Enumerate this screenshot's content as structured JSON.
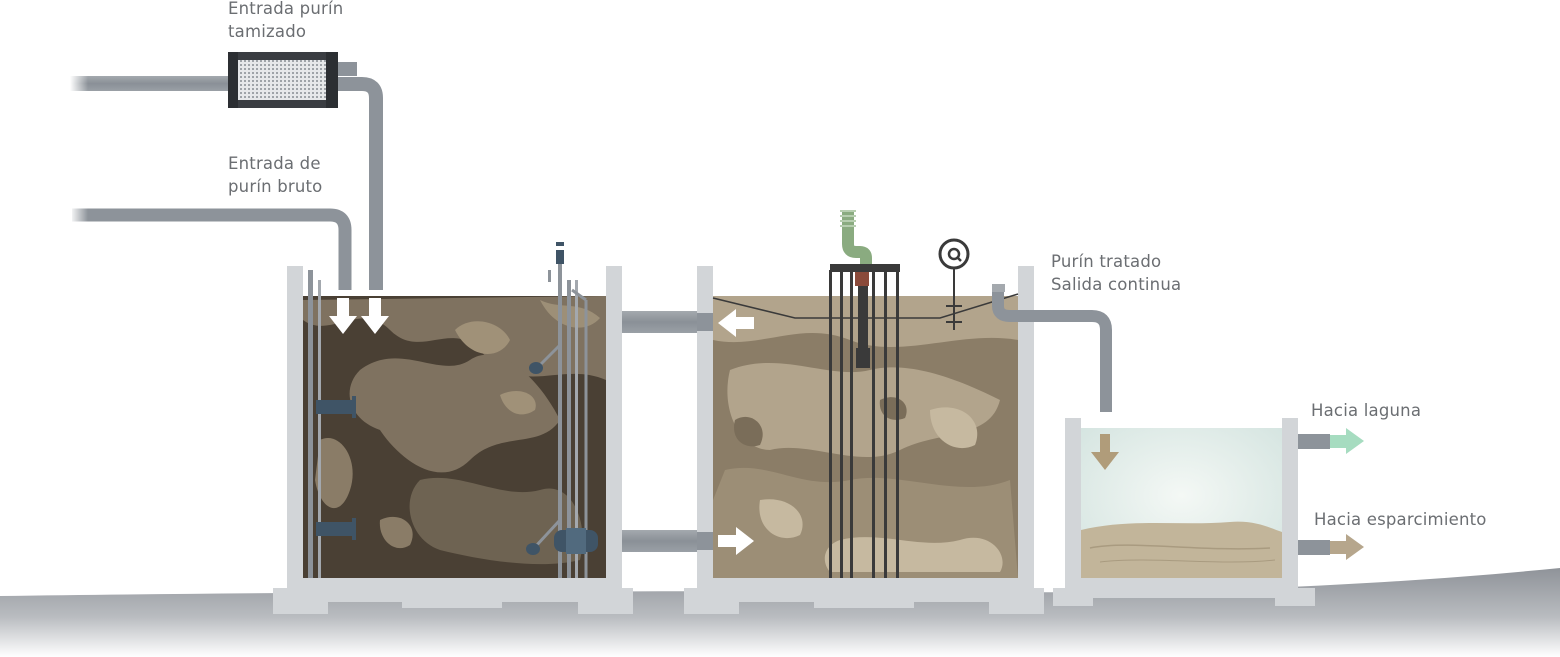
{
  "labels": {
    "screened_inlet_1": "Entrada purín",
    "screened_inlet_2": "tamizado",
    "raw_inlet_1": "Entrada de",
    "raw_inlet_2": "purín bruto",
    "treated_1": "Purín tratado",
    "treated_2": "Salida continua",
    "to_lagoon": "Hacia laguna",
    "to_spreading": "Hacia esparcimiento"
  },
  "colors": {
    "ground": "#8f9399",
    "frame": "#d2d5d8",
    "pipe": "#8d939a",
    "sludge_dark": "#4a4034",
    "sludge_mid": "#7f7260",
    "sludge_light": "#b2a48c",
    "clarified": "#e1ecea",
    "sediment": "#c2b59a",
    "arrow_lagoon": "#a6dcc0",
    "arrow_spreading": "#b6a68c",
    "aeration_pipe": "#8aab80",
    "text": "#6b6e72"
  },
  "icons": [
    "screen-filter-icon",
    "down-arrow-icon",
    "left-arrow-icon",
    "right-arrow-icon",
    "flow-meter-icon",
    "outlet-arrow-icon"
  ]
}
